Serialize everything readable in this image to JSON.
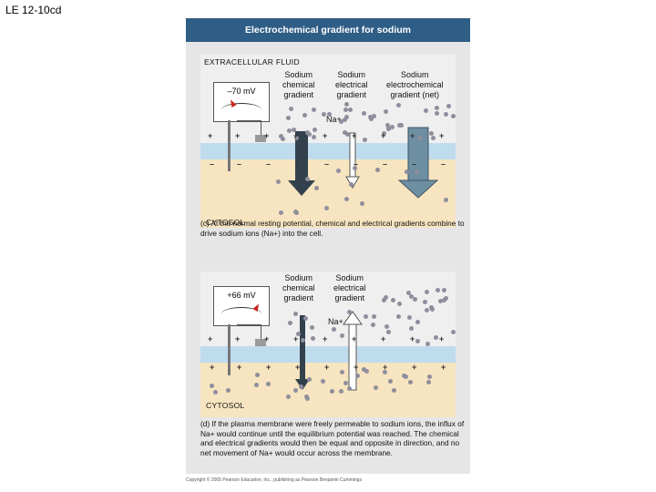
{
  "slide_label": "LE 12-10cd",
  "header_title": "Electrochemical gradient for sodium",
  "panel_c": {
    "extracellular_label": "EXTRACELLULAR FLUID",
    "cytosol_label": "CYTOSOL",
    "voltmeter_reading": "–70 mV",
    "ion_label": "Na+",
    "gradient_chemical": [
      "Sodium",
      "chemical",
      "gradient"
    ],
    "gradient_electrical": [
      "Sodium",
      "electrical",
      "gradient"
    ],
    "gradient_net": [
      "Sodium",
      "electrochemical",
      "gradient (net)"
    ],
    "caption": "(c) At the normal resting potential, chemical and electrical gradients combine to drive sodium ions (Na+) into the cell."
  },
  "panel_d": {
    "cytosol_label": "CYTOSOL",
    "voltmeter_reading": "+66 mV",
    "ion_label": "Na+",
    "gradient_chemical": [
      "Sodium",
      "chemical",
      "gradient"
    ],
    "gradient_electrical": [
      "Sodium",
      "electrical",
      "gradient"
    ],
    "caption": "(d) If the plasma membrane were freely permeable to sodium ions, the influx of Na+ would continue until the equilibrium potential was reached. The chemical and electrical gradients would then be equal and opposite in direction, and no net movement of Na+ would occur across the membrane."
  },
  "copyright": "Copyright © 2005 Pearson Education, Inc., publishing as Pearson Benjamin Cummings",
  "colors": {
    "header": "#2e5d86",
    "membrane": "#bfdcef",
    "cytosol": "#f7e4c0",
    "extracellular": "#efefef",
    "chemical_arrow": "#33414d",
    "net_arrow": "#6e8ea2",
    "ion_dot": "#8e8e9c"
  }
}
